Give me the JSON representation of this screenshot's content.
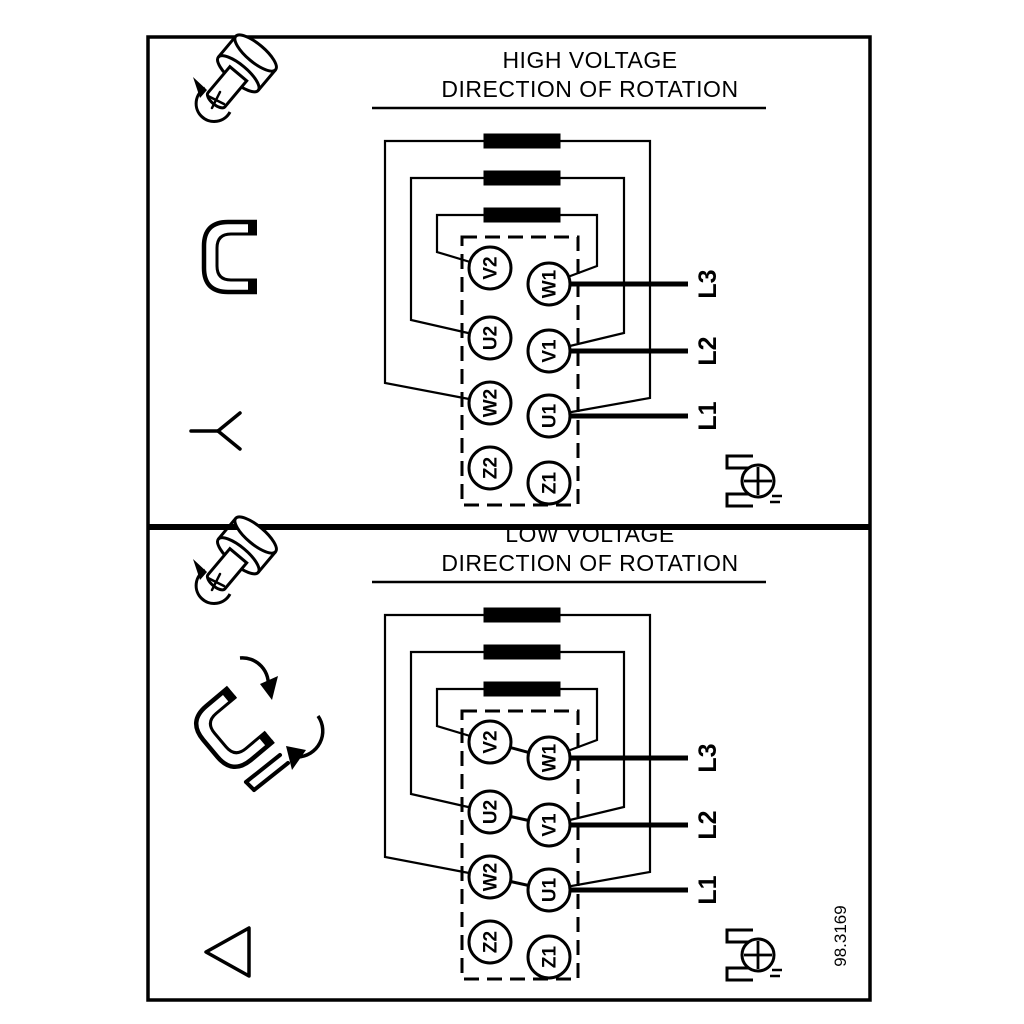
{
  "figure_number": "98.3169",
  "colors": {
    "line": "#000000",
    "background": "#ffffff"
  },
  "high_voltage": {
    "title_line1": "HIGH VOLTAGE",
    "title_line2": "DIRECTION OF ROTATION",
    "connection": "star",
    "terminals": {
      "v2": "V2",
      "u2": "U2",
      "w2": "W2",
      "z2": "Z2",
      "w1": "W1",
      "v1": "V1",
      "u1": "U1",
      "z1": "Z1"
    },
    "supply_lines": {
      "l1": "L1",
      "l2": "L2",
      "l3": "L3"
    },
    "icons": [
      "screw-rotation-icon",
      "jumper-link-icon",
      "star-connection-icon",
      "terminal-screw-icon"
    ]
  },
  "low_voltage": {
    "title_line1": "LOW VOLTAGE",
    "title_line2": "DIRECTION OF ROTATION",
    "connection": "delta",
    "terminals": {
      "v2": "V2",
      "u2": "U2",
      "w2": "W2",
      "z2": "Z2",
      "w1": "W1",
      "v1": "V1",
      "u1": "U1",
      "z1": "Z1"
    },
    "supply_lines": {
      "l1": "L1",
      "l2": "L2",
      "l3": "L3"
    },
    "icons": [
      "screw-rotation-icon",
      "jumper-move-icon",
      "delta-connection-icon",
      "terminal-screw-icon"
    ]
  }
}
